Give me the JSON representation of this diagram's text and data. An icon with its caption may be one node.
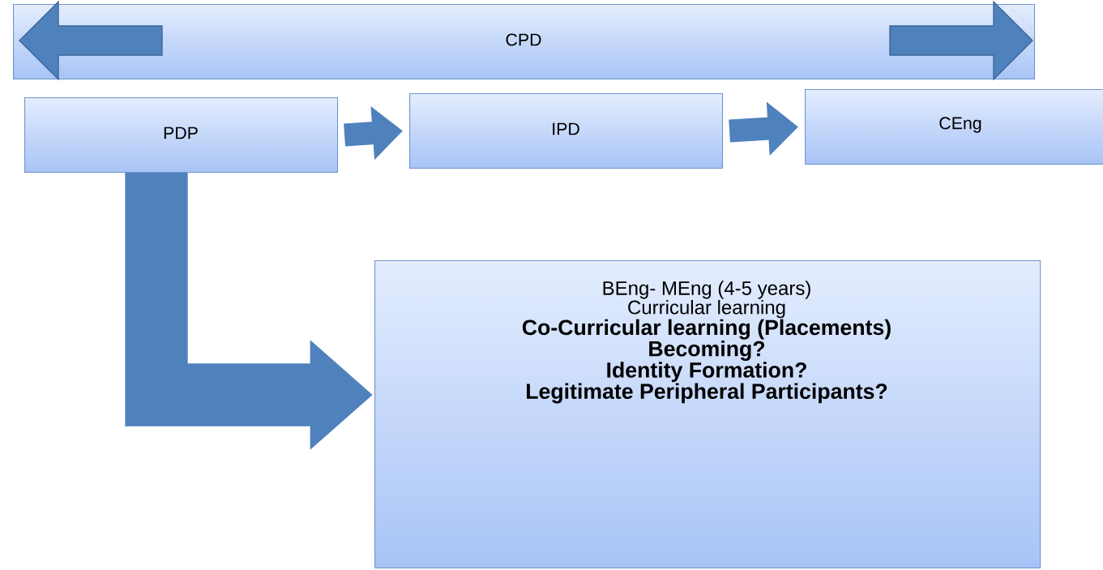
{
  "diagram": {
    "nodes": [
      {
        "text": [
          "CPD"
        ]
      },
      {
        "text": [
          "PDP"
        ]
      },
      {
        "text": [
          "IPD"
        ]
      },
      {
        "text": [
          "CEng"
        ]
      },
      {
        "text": [
          "BEng- MEng (4-5 years)",
          "Curricular learning",
          "Co-Curricular learning (Placements)",
          "Becoming?",
          "Identity Formation?",
          "Legitimate Peripheral Participants?"
        ]
      }
    ],
    "edges": [
      {
        "from": 1,
        "to": 2,
        "arrow": "to"
      },
      {
        "from": 2,
        "to": 3,
        "arrow": "to"
      },
      {
        "from": 1,
        "to": 4,
        "arrow": "to",
        "style": "thick"
      }
    ]
  }
}
